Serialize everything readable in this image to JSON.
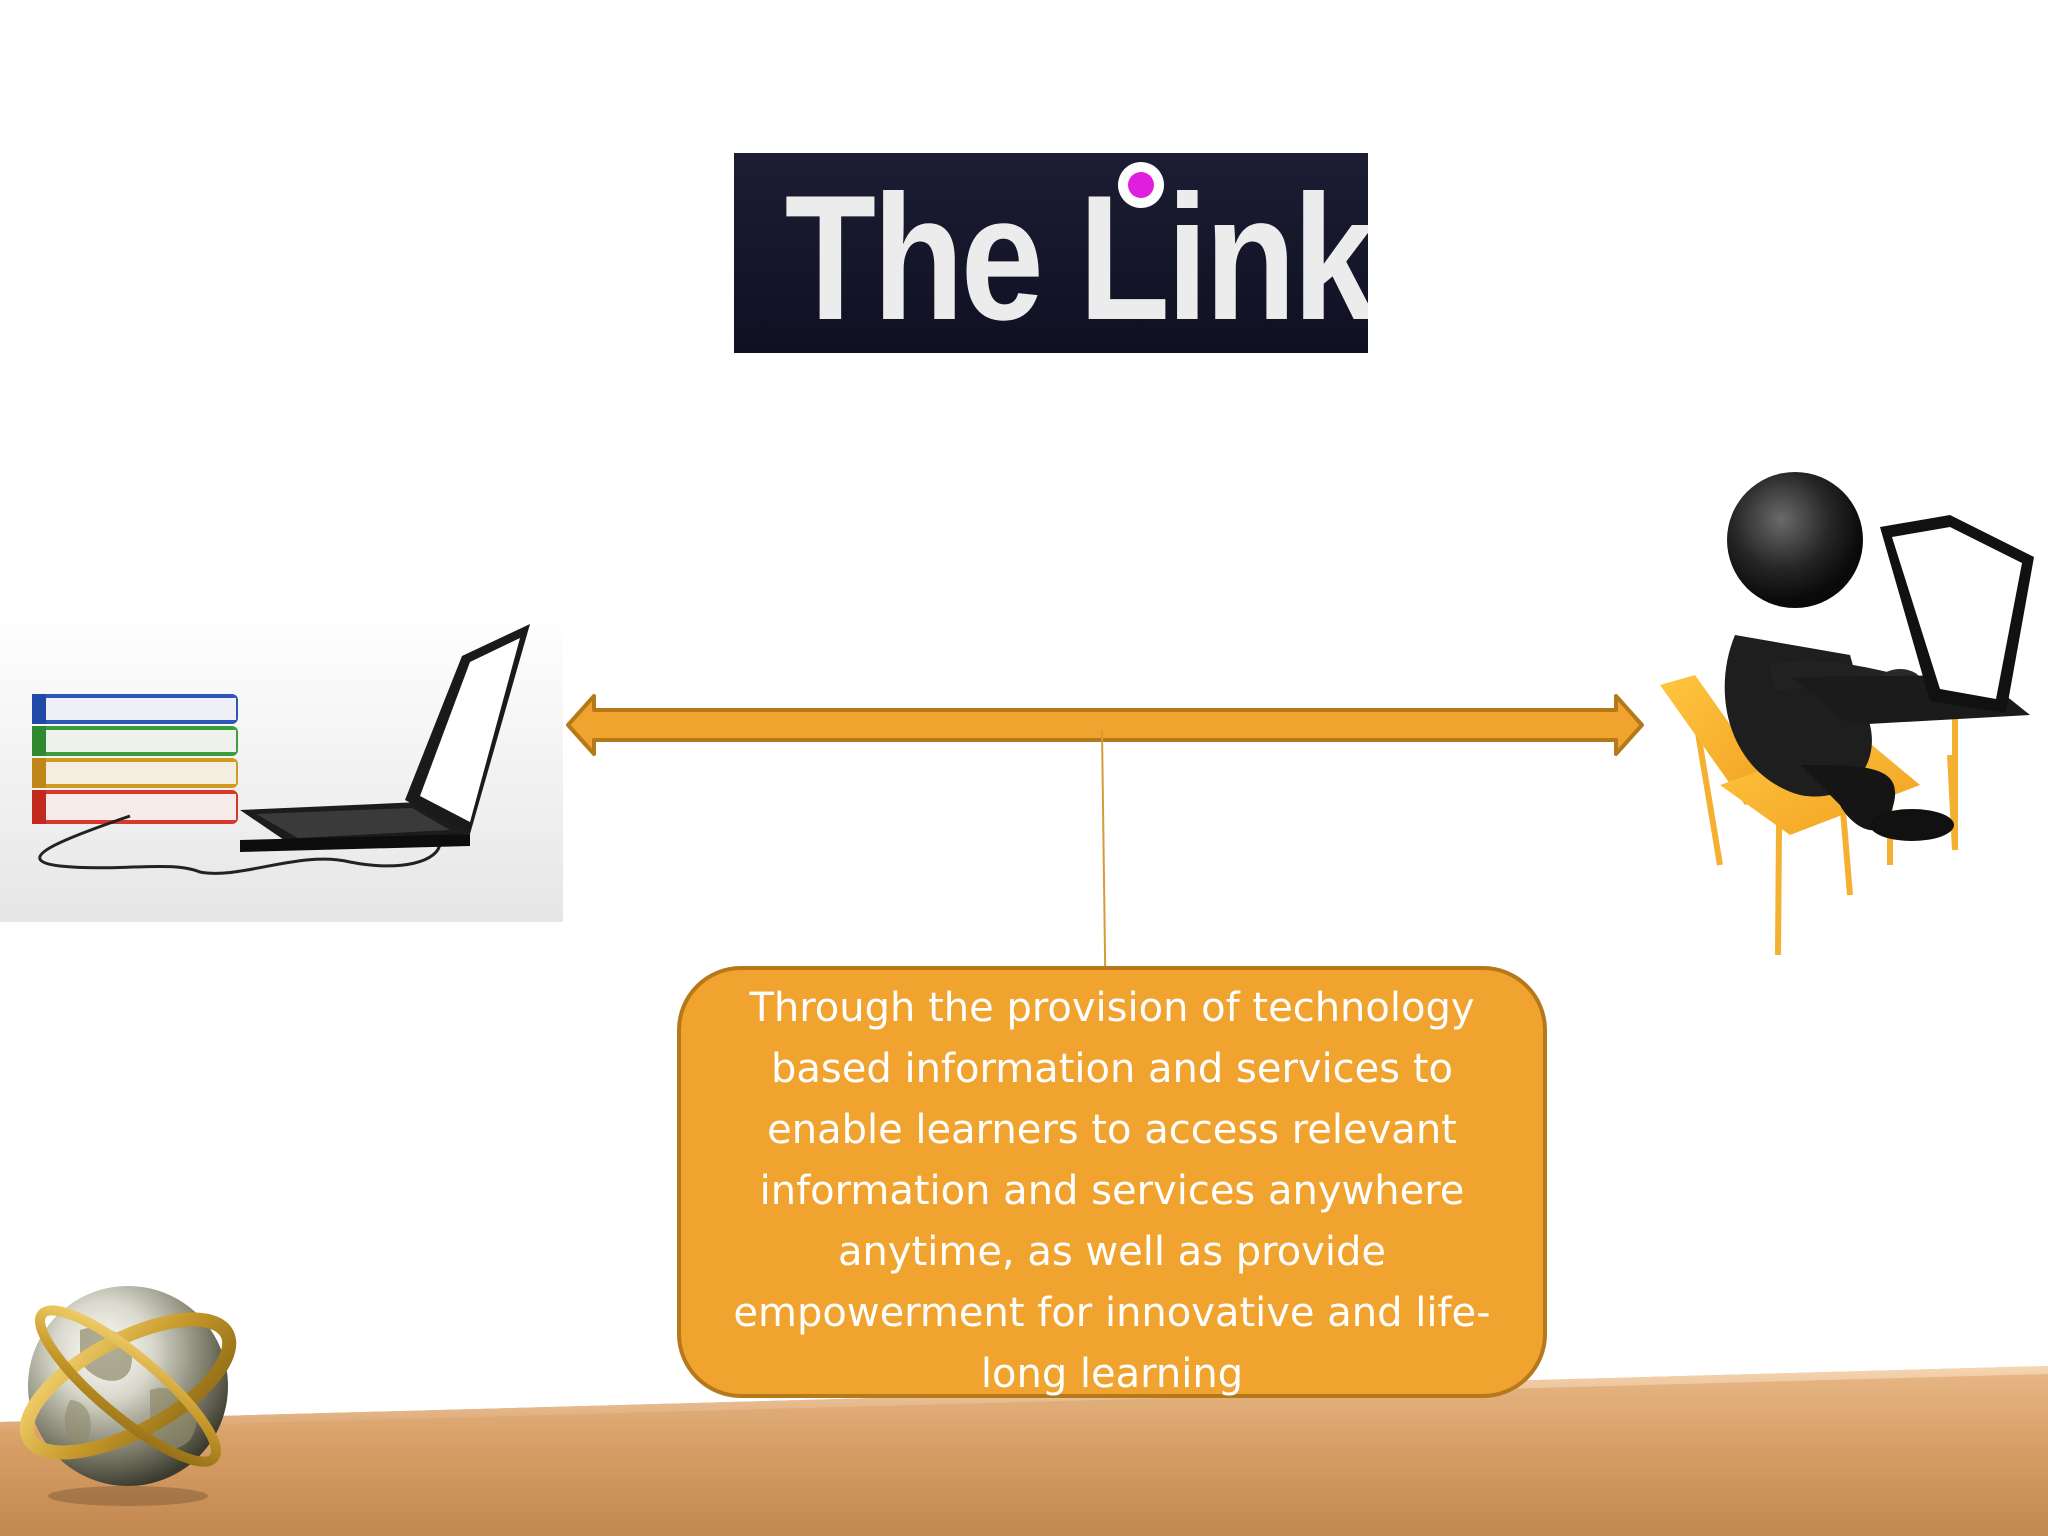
{
  "logo": {
    "text": "The Link",
    "background_color": "#15162b",
    "dot_color": "#e01ee0"
  },
  "callout": {
    "text": "Through the provision of technology based information and services to enable learners to access relevant information and services anywhere anytime, as well as provide empowerment for innovative and life-long learning",
    "fill_color": "#f0a32e",
    "border_color": "#b5791a"
  },
  "arrow": {
    "fill_color": "#f0a32e",
    "border_color": "#b5791a",
    "direction": "bidirectional"
  },
  "icons": {
    "left": "books-and-laptop-icon",
    "right": "person-at-laptop-icon",
    "corner": "globe-icon"
  },
  "floor_color": "#d9a06a"
}
